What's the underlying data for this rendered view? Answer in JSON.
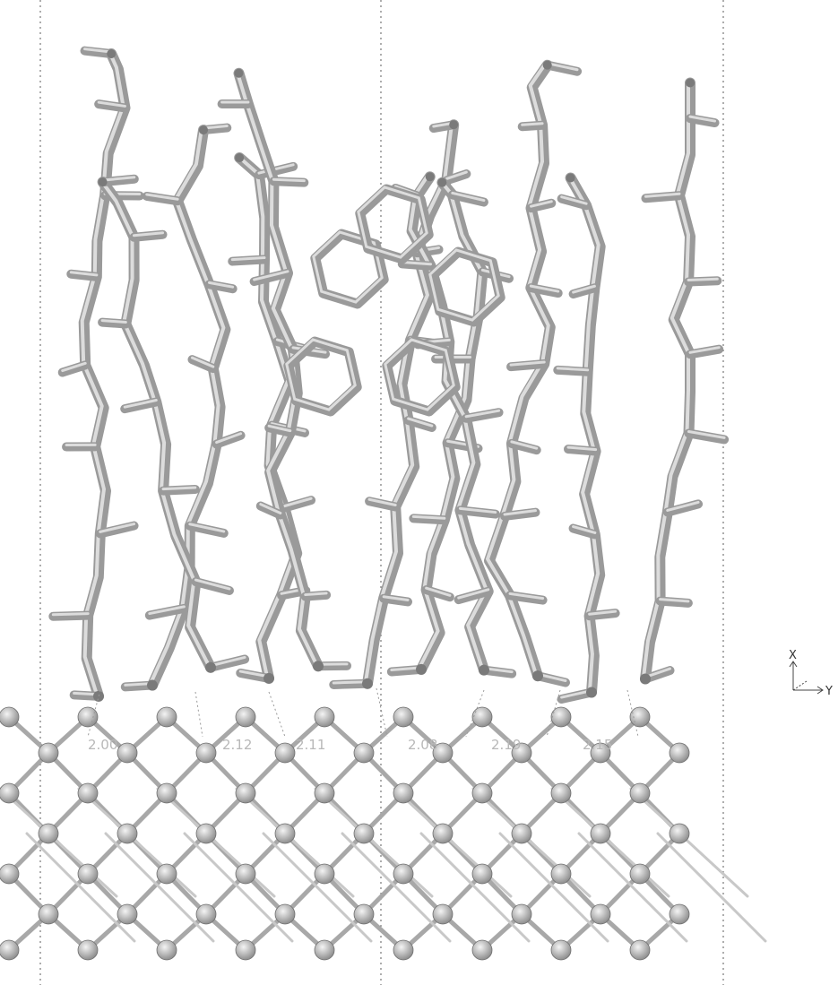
{
  "scene": {
    "bond_lengths": [
      "2.00",
      "2.12",
      "2.11",
      "2.08",
      "2.19",
      "2.15"
    ],
    "axis": {
      "x_label": "X",
      "y_label": "Y"
    },
    "colors": {
      "molecule_stick": "#9a9a9a",
      "molecule_highlight": "#dcdcdc",
      "surface_bond": "#a8a8a8",
      "surface_atom": "#bdbdbd",
      "cell_boundary": "#777777",
      "label": "#b8b8b8"
    }
  }
}
